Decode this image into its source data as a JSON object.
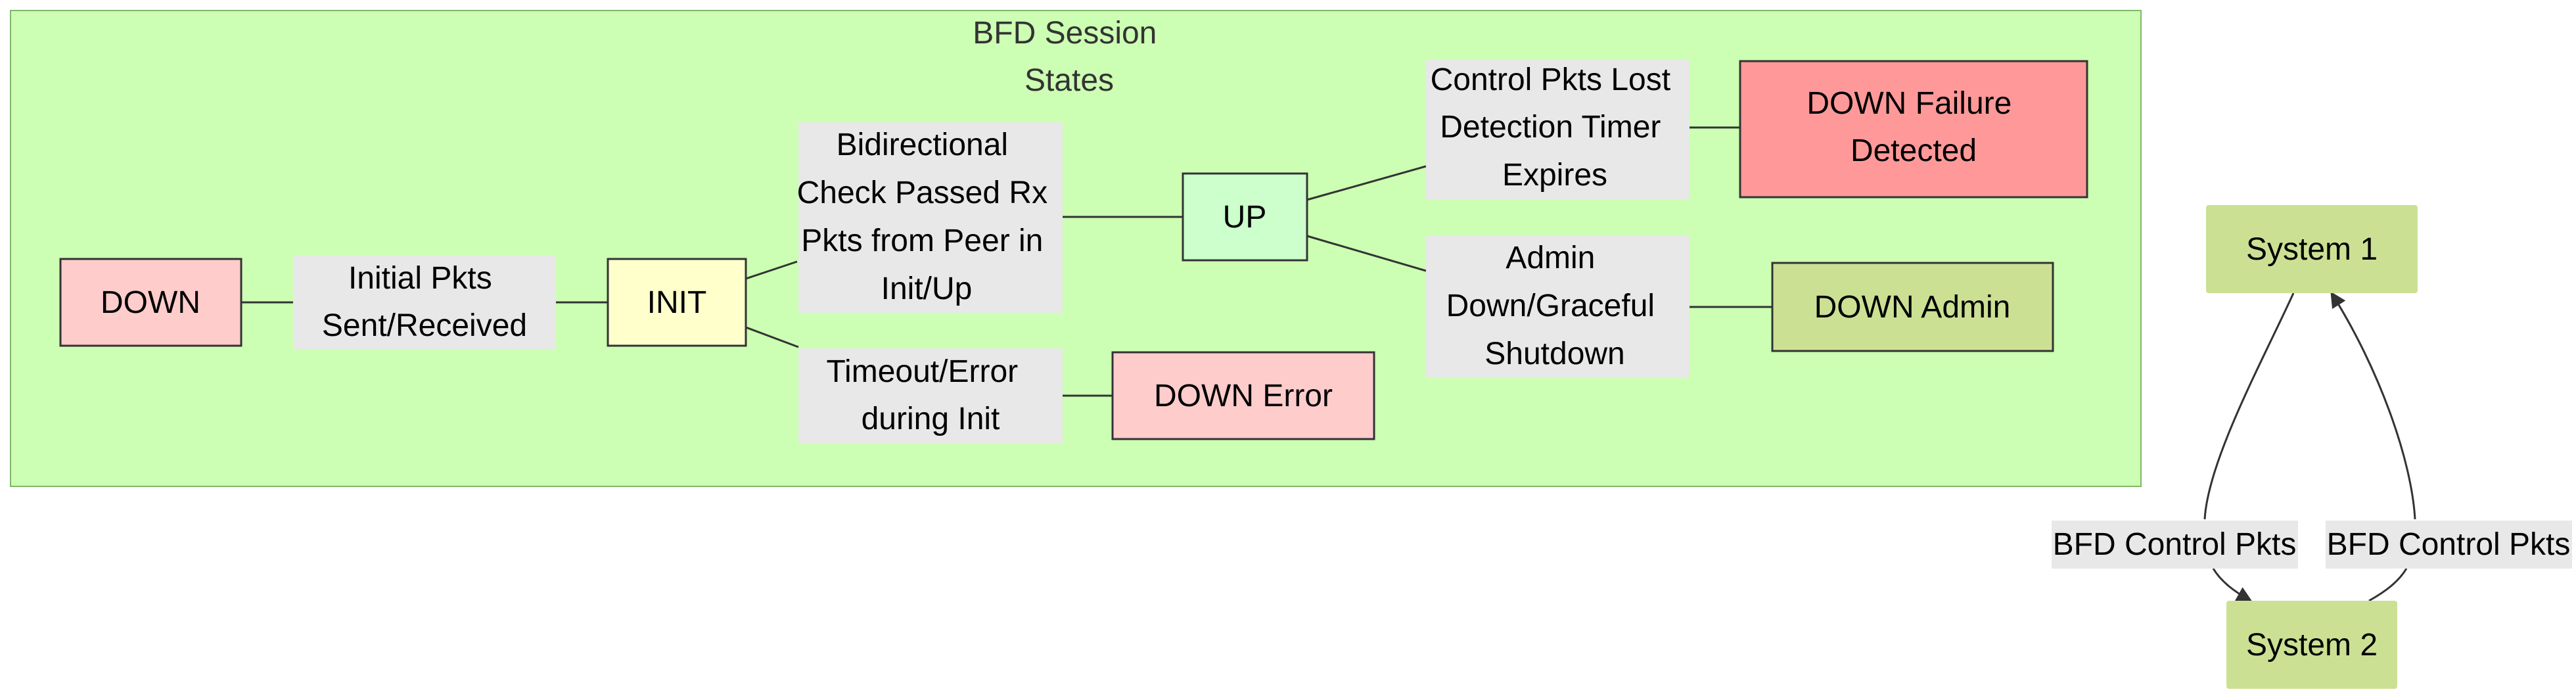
{
  "cluster": {
    "title_lines": [
      "BFD Session",
      "States"
    ],
    "fill": "#ccffb3",
    "stroke": "#7fb86a"
  },
  "states": {
    "down": {
      "label_lines": [
        "DOWN"
      ],
      "fill": "#ffcccc"
    },
    "init": {
      "label_lines": [
        "INIT"
      ],
      "fill": "#ffffcc"
    },
    "up": {
      "label_lines": [
        "UP"
      ],
      "fill": "#ccffcc"
    },
    "down_error": {
      "label_lines": [
        "DOWN Error"
      ],
      "fill": "#ffcccc"
    },
    "down_failure": {
      "label_lines": [
        "DOWN Failure",
        "Detected"
      ],
      "fill": "#ff9999"
    },
    "down_admin": {
      "label_lines": [
        "DOWN Admin"
      ],
      "fill": "#cce094"
    }
  },
  "transitions": {
    "initial_pkts": {
      "label_lines": [
        "Initial Pkts",
        "Sent/Received"
      ]
    },
    "bidirectional": {
      "label_lines": [
        "Bidirectional",
        "Check Passed Rx",
        "Pkts from Peer in",
        "Init/Up"
      ]
    },
    "timeout": {
      "label_lines": [
        "Timeout/Error",
        "during Init"
      ]
    },
    "control_lost": {
      "label_lines": [
        "Control Pkts Lost",
        "Detection Timer",
        "Expires"
      ]
    },
    "admin_down": {
      "label_lines": [
        "Admin",
        "Down/Graceful",
        "Shutdown"
      ]
    }
  },
  "systems": {
    "system1": {
      "label": "System 1",
      "fill": "#cce094"
    },
    "system2": {
      "label": "System 2",
      "fill": "#cce094"
    }
  },
  "links": {
    "to_system2": {
      "label": "BFD Control Pkts"
    },
    "to_system1": {
      "label": "BFD Control Pkts"
    }
  },
  "label_fill": "#e8e8e8"
}
